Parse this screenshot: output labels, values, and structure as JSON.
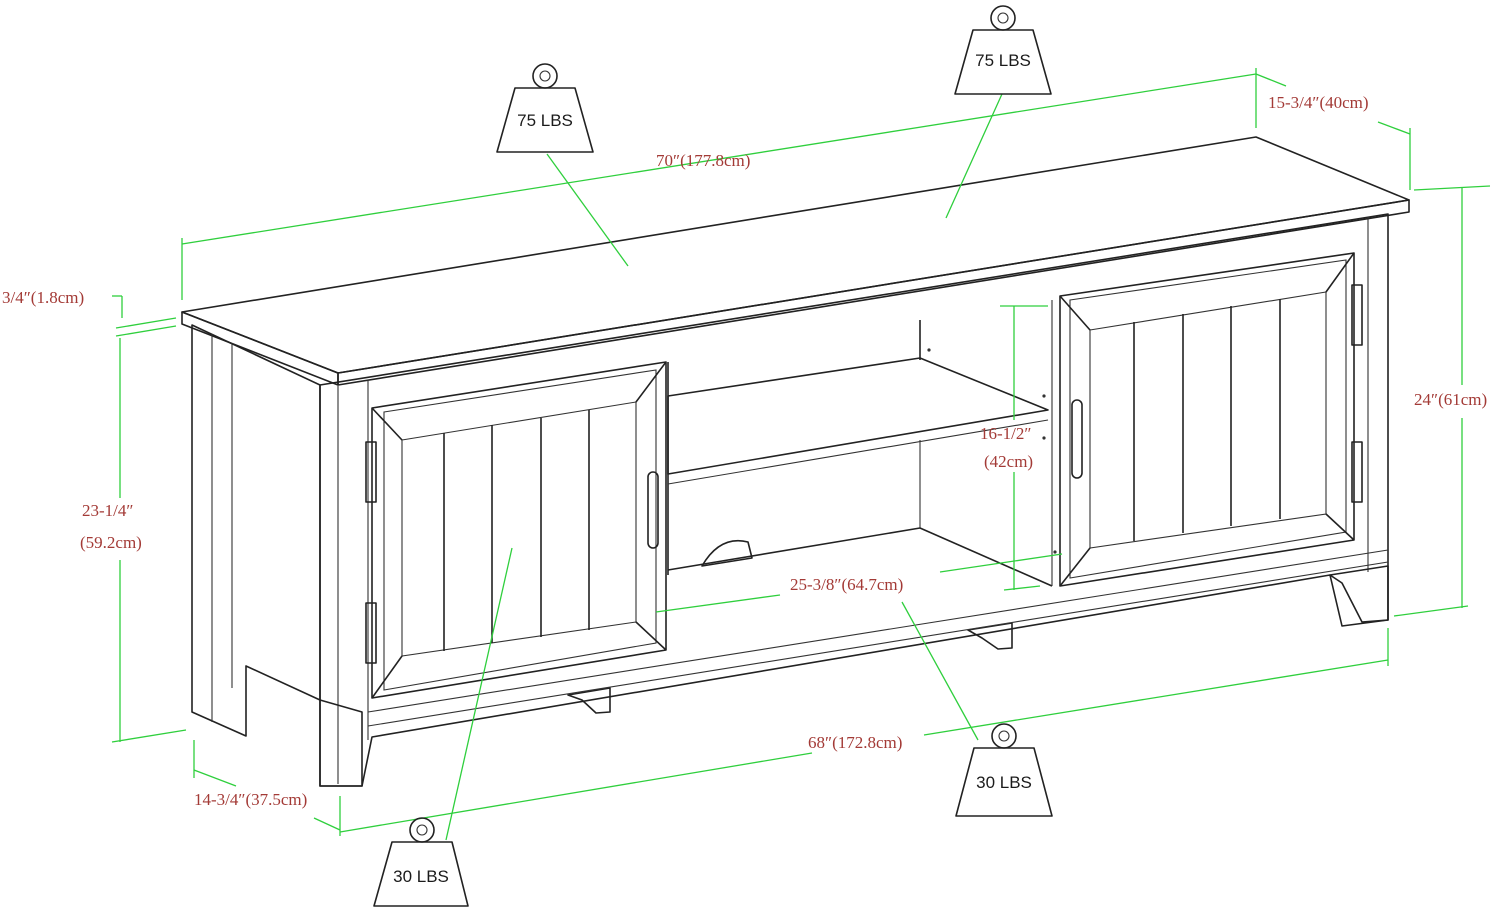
{
  "dimensions": {
    "overall_width": "70″(177.8cm)",
    "top_depth": "15-3/4″(40cm)",
    "top_thickness": "3/4″(1.8cm)",
    "overall_height": "24″(61cm)",
    "inner_height_line1": "23-1/4″",
    "inner_height_line2": "(59.2cm)",
    "shelf_opening_line1": "16-1/2″",
    "shelf_opening_line2": "(42cm)",
    "shelf_width": "25-3/8″(64.7cm)",
    "base_width": "68″(172.8cm)",
    "base_depth": "14-3/4″(37.5cm)"
  },
  "weights": {
    "top_left": "75 LBS",
    "top_right": "75 LBS",
    "cabinet_shelf": "30 LBS",
    "center_shelf": "30 LBS"
  },
  "colors": {
    "dimension_line": "#2fcf3d",
    "dimension_text": "#a33a36",
    "outline": "#222222"
  }
}
